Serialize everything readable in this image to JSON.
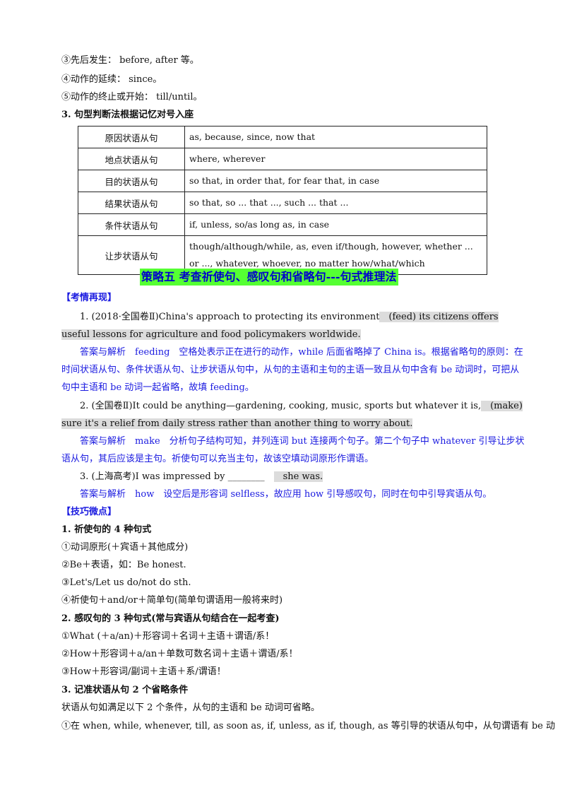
{
  "top_list": [
    "③先后发生：  before, after 等。",
    "④动作的延续：  since。",
    "⑤动作的终止或开始：  till/until。"
  ],
  "section3_heading": "3. 句型判断法根据记忆对号入座",
  "table": [
    {
      "type": "原因状语从句",
      "words": "as, because, since, now that"
    },
    {
      "type": "地点状语从句",
      "words": "where, wherever"
    },
    {
      "type": "目的状语从句",
      "words": "so that, in order that, for fear that, in case"
    },
    {
      "type": "结果状语从句",
      "words": "so that, so ... that ..., such ... that ..."
    },
    {
      "type": "条件状语从句",
      "words": "if, unless, so/as long as, in case"
    },
    {
      "type": "让步状语从句",
      "words": "though/although/while, as, even if/though, however, whether ... or ..., whatever, whoever, no matter how/what/which"
    }
  ],
  "strategy_heading": "策略五   考查祈使句、感叹句和省略句---句式推理法",
  "kaoqing": "【考情再现】",
  "q1": {
    "a": "1. (2018·全国卷Ⅱ)China's approach to protecting its environment",
    "b": "(feed) its citizens offers useful lessons for",
    "c": "agriculture and food policymakers worldwide."
  },
  "a1": {
    "label": "答案与解析",
    "answer": "feeding",
    "text": "空格处表示正在进行的动作，while 后面省略掉了 China is。根据省略句的原则：在时间状语从句、条件状语从句、让步状语从句中，从句的主语和主句的主语一致且从句中含有 be 动词时，可把从句中主语和 be 动词一起省略，故填 feeding。"
  },
  "q2": {
    "a": "2. (全国卷Ⅱ)It could be anything—gardening, cooking, music, sports but whatever it is,",
    "b": "(make) sure it's a relief",
    "c": "from daily stress rather than another thing to worry about."
  },
  "a2": {
    "label": "答案与解析",
    "answer": "make",
    "text": "分析句子结构可知，并列连词 but 连接两个句子。第二个句子中 whatever 引导让步状语从句，其后应该是主句。祈使句可以充当主句，故该空填动词原形作谓语。"
  },
  "q3": {
    "a": "3. (上海高考)I was impressed by ________",
    "b": "she was."
  },
  "a3": {
    "label": "答案与解析",
    "answer": "how",
    "text": "设空后是形容词 selfless，故应用 how 引导感叹句，同时在句中引导宾语从句。"
  },
  "jiqiao": "【技巧微点】",
  "p1_heading": "1. 祈使句的 4 种句式",
  "p1_items": [
    "①动词原形(＋宾语＋其他成分)",
    "②Be＋表语，如：Be honest.",
    "③Let's/Let us do/not do sth.",
    "④祈使句＋and/or＋简单句(简单句谓语用一般将来时)"
  ],
  "p2_heading": "2. 感叹句的 3 种句式(常与宾语从句结合在一起考查)",
  "p2_items": [
    "①What (＋a/an)＋形容词＋名词＋主语＋谓语/系！",
    "②How＋形容词＋a/an＋单数可数名词＋主语＋谓语/系！",
    "③How＋形容词/副词＋主语＋系/谓语！"
  ],
  "p3_heading": "3. 记准状语从句 2 个省略条件",
  "p3_intro": "状语从句如满足以下 2 个条件，从句的主语和 be 动词可省略。",
  "p3_item1": "①在 when, while, whenever, till, as soon as, if, unless, as if, though, as 等引导的状语从句中，从句谓语有 be 动"
}
